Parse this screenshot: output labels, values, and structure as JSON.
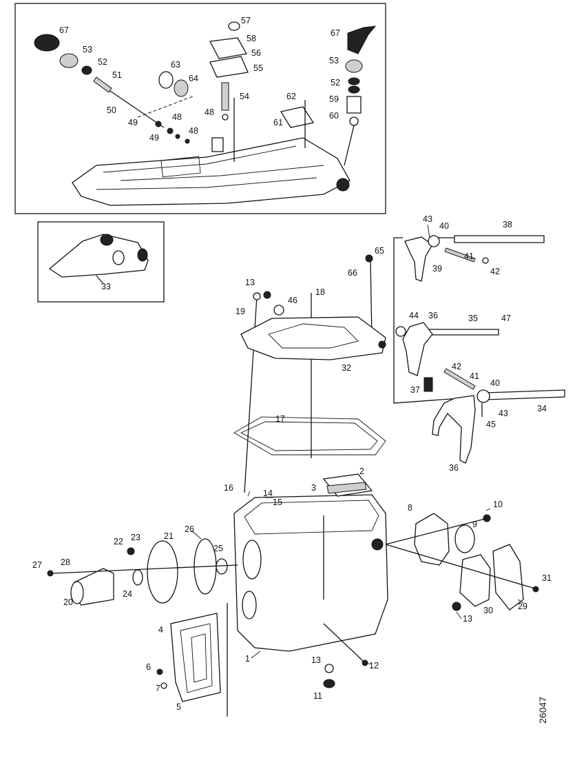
{
  "figure_number": "26047",
  "callouts": {
    "inset_top": [
      {
        "id": "c67a",
        "text": "67"
      },
      {
        "id": "c53a",
        "text": "53"
      },
      {
        "id": "c52a",
        "text": "52"
      },
      {
        "id": "c51",
        "text": "51"
      },
      {
        "id": "c50",
        "text": "50"
      },
      {
        "id": "c49a",
        "text": "49"
      },
      {
        "id": "c49b",
        "text": "49"
      },
      {
        "id": "c48a",
        "text": "48"
      },
      {
        "id": "c48b",
        "text": "48"
      },
      {
        "id": "c48c",
        "text": "48"
      },
      {
        "id": "c63",
        "text": "63"
      },
      {
        "id": "c64",
        "text": "64"
      },
      {
        "id": "c57",
        "text": "57"
      },
      {
        "id": "c58",
        "text": "58"
      },
      {
        "id": "c56",
        "text": "56"
      },
      {
        "id": "c55",
        "text": "55"
      },
      {
        "id": "c54",
        "text": "54"
      },
      {
        "id": "c62",
        "text": "62"
      },
      {
        "id": "c61",
        "text": "61"
      },
      {
        "id": "c67b",
        "text": "67"
      },
      {
        "id": "c53b",
        "text": "53"
      },
      {
        "id": "c52b",
        "text": "52"
      },
      {
        "id": "c59",
        "text": "59"
      },
      {
        "id": "c60",
        "text": "60"
      }
    ],
    "inset_small": [
      {
        "id": "c33",
        "text": "33"
      }
    ],
    "main": [
      {
        "id": "c43a",
        "text": "43"
      },
      {
        "id": "c40a",
        "text": "40"
      },
      {
        "id": "c38",
        "text": "38"
      },
      {
        "id": "c65",
        "text": "65"
      },
      {
        "id": "c66",
        "text": "66"
      },
      {
        "id": "c41a",
        "text": "41"
      },
      {
        "id": "c42a",
        "text": "42"
      },
      {
        "id": "c39",
        "text": "39"
      },
      {
        "id": "c13a",
        "text": "13"
      },
      {
        "id": "c18",
        "text": "18"
      },
      {
        "id": "c19",
        "text": "19"
      },
      {
        "id": "c46",
        "text": "46"
      },
      {
        "id": "c44",
        "text": "44"
      },
      {
        "id": "c36a",
        "text": "36"
      },
      {
        "id": "c35",
        "text": "35"
      },
      {
        "id": "c47",
        "text": "47"
      },
      {
        "id": "c32",
        "text": "32"
      },
      {
        "id": "c42b",
        "text": "42"
      },
      {
        "id": "c41b",
        "text": "41"
      },
      {
        "id": "c40b",
        "text": "40"
      },
      {
        "id": "c37",
        "text": "37"
      },
      {
        "id": "c43b",
        "text": "43"
      },
      {
        "id": "c34",
        "text": "34"
      },
      {
        "id": "c45",
        "text": "45"
      },
      {
        "id": "c17",
        "text": "17"
      },
      {
        "id": "c36b",
        "text": "36"
      },
      {
        "id": "c2",
        "text": "2"
      },
      {
        "id": "c3",
        "text": "3"
      },
      {
        "id": "c16",
        "text": "16"
      },
      {
        "id": "c14",
        "text": "14"
      },
      {
        "id": "c15",
        "text": "15"
      },
      {
        "id": "c8",
        "text": "8"
      },
      {
        "id": "c10",
        "text": "10"
      },
      {
        "id": "c9",
        "text": "9"
      },
      {
        "id": "c26",
        "text": "26"
      },
      {
        "id": "c22",
        "text": "22"
      },
      {
        "id": "c23",
        "text": "23"
      },
      {
        "id": "c21",
        "text": "21"
      },
      {
        "id": "c25",
        "text": "25"
      },
      {
        "id": "c27",
        "text": "27"
      },
      {
        "id": "c28",
        "text": "28"
      },
      {
        "id": "c24",
        "text": "24"
      },
      {
        "id": "c20",
        "text": "20"
      },
      {
        "id": "c31",
        "text": "31"
      },
      {
        "id": "c13b",
        "text": "13"
      },
      {
        "id": "c30",
        "text": "30"
      },
      {
        "id": "c29",
        "text": "29"
      },
      {
        "id": "c4",
        "text": "4"
      },
      {
        "id": "c1",
        "text": "1"
      },
      {
        "id": "c13c",
        "text": "13"
      },
      {
        "id": "c12",
        "text": "12"
      },
      {
        "id": "c6",
        "text": "6"
      },
      {
        "id": "c7",
        "text": "7"
      },
      {
        "id": "c11",
        "text": "11"
      },
      {
        "id": "c5",
        "text": "5"
      }
    ]
  }
}
